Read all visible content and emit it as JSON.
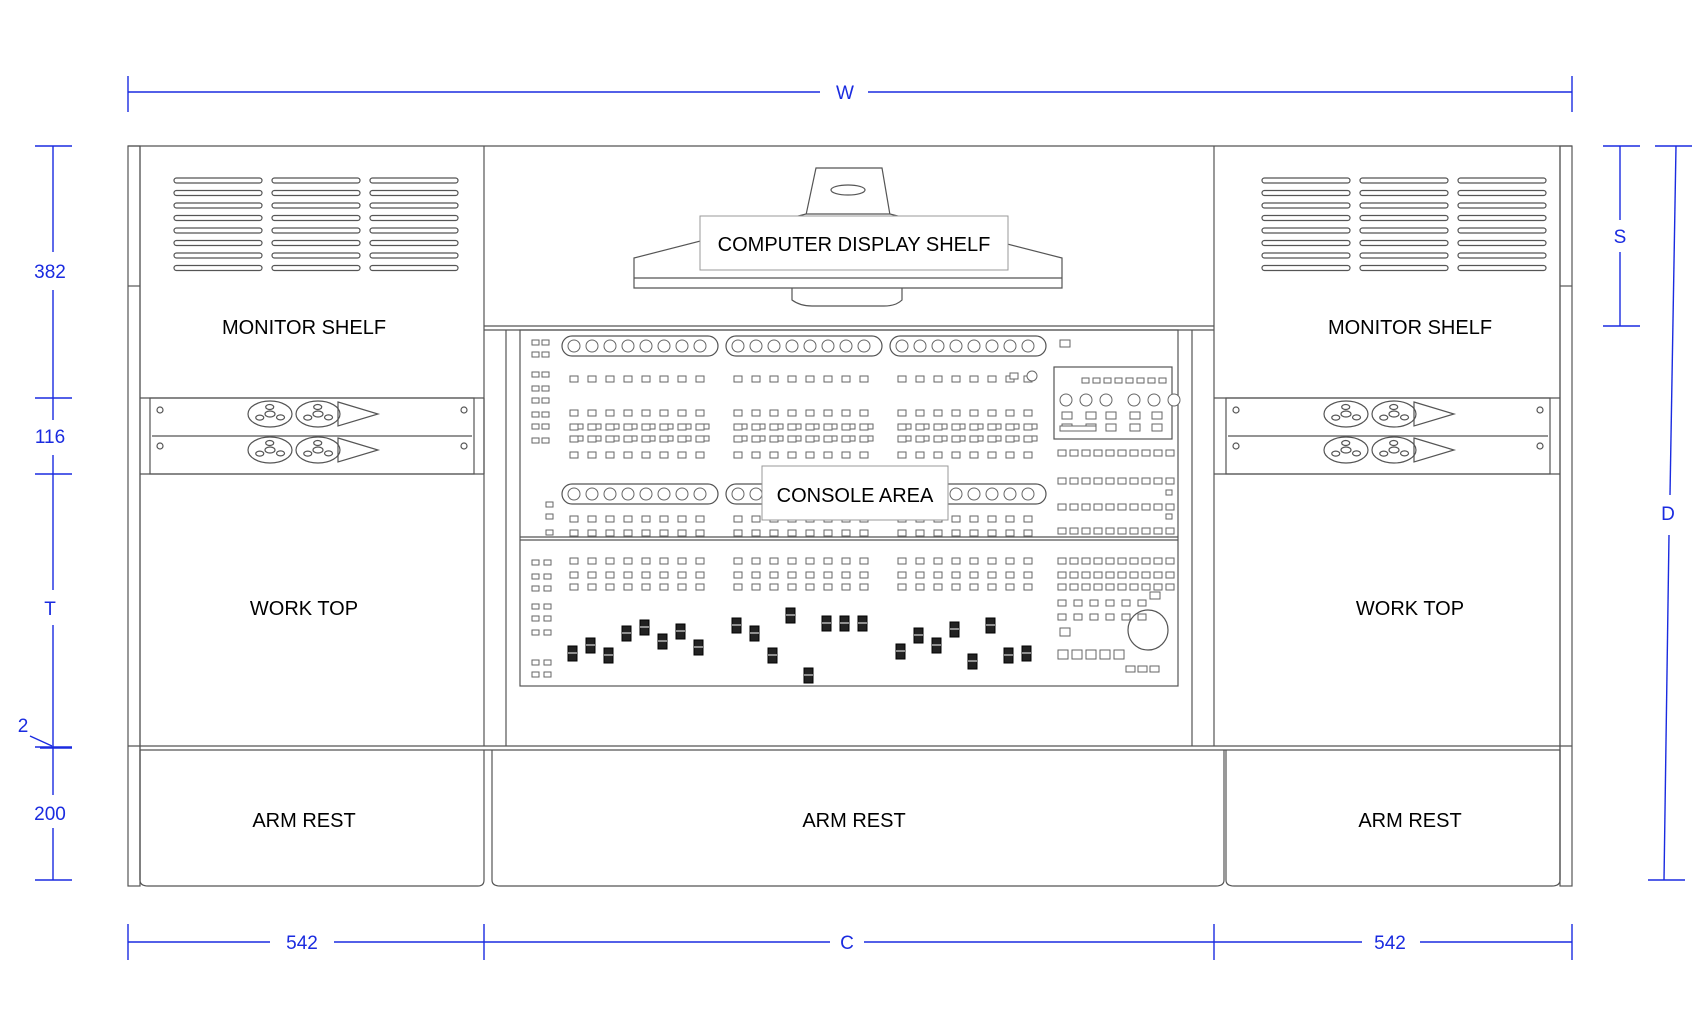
{
  "colors": {
    "dimension": "#1a2be0",
    "outline": "#555555",
    "label": "#000000"
  },
  "dimensions": {
    "width_label": "W",
    "depth_label": "D",
    "shelf_label": "S",
    "top_label": "T",
    "center_label": "C",
    "left_height_1": "382",
    "left_height_2": "116",
    "left_height_gap": "2",
    "left_height_3": "200",
    "bottom_left": "542",
    "bottom_right": "542"
  },
  "labels": {
    "monitor_shelf_left": "MONITOR SHELF",
    "monitor_shelf_right": "MONITOR SHELF",
    "computer_display_shelf": "COMPUTER DISPLAY SHELF",
    "console_area": "CONSOLE AREA",
    "work_top_left": "WORK TOP",
    "work_top_right": "WORK TOP",
    "arm_rest_left": "ARM REST",
    "arm_rest_center": "ARM REST",
    "arm_rest_right": "ARM REST"
  }
}
